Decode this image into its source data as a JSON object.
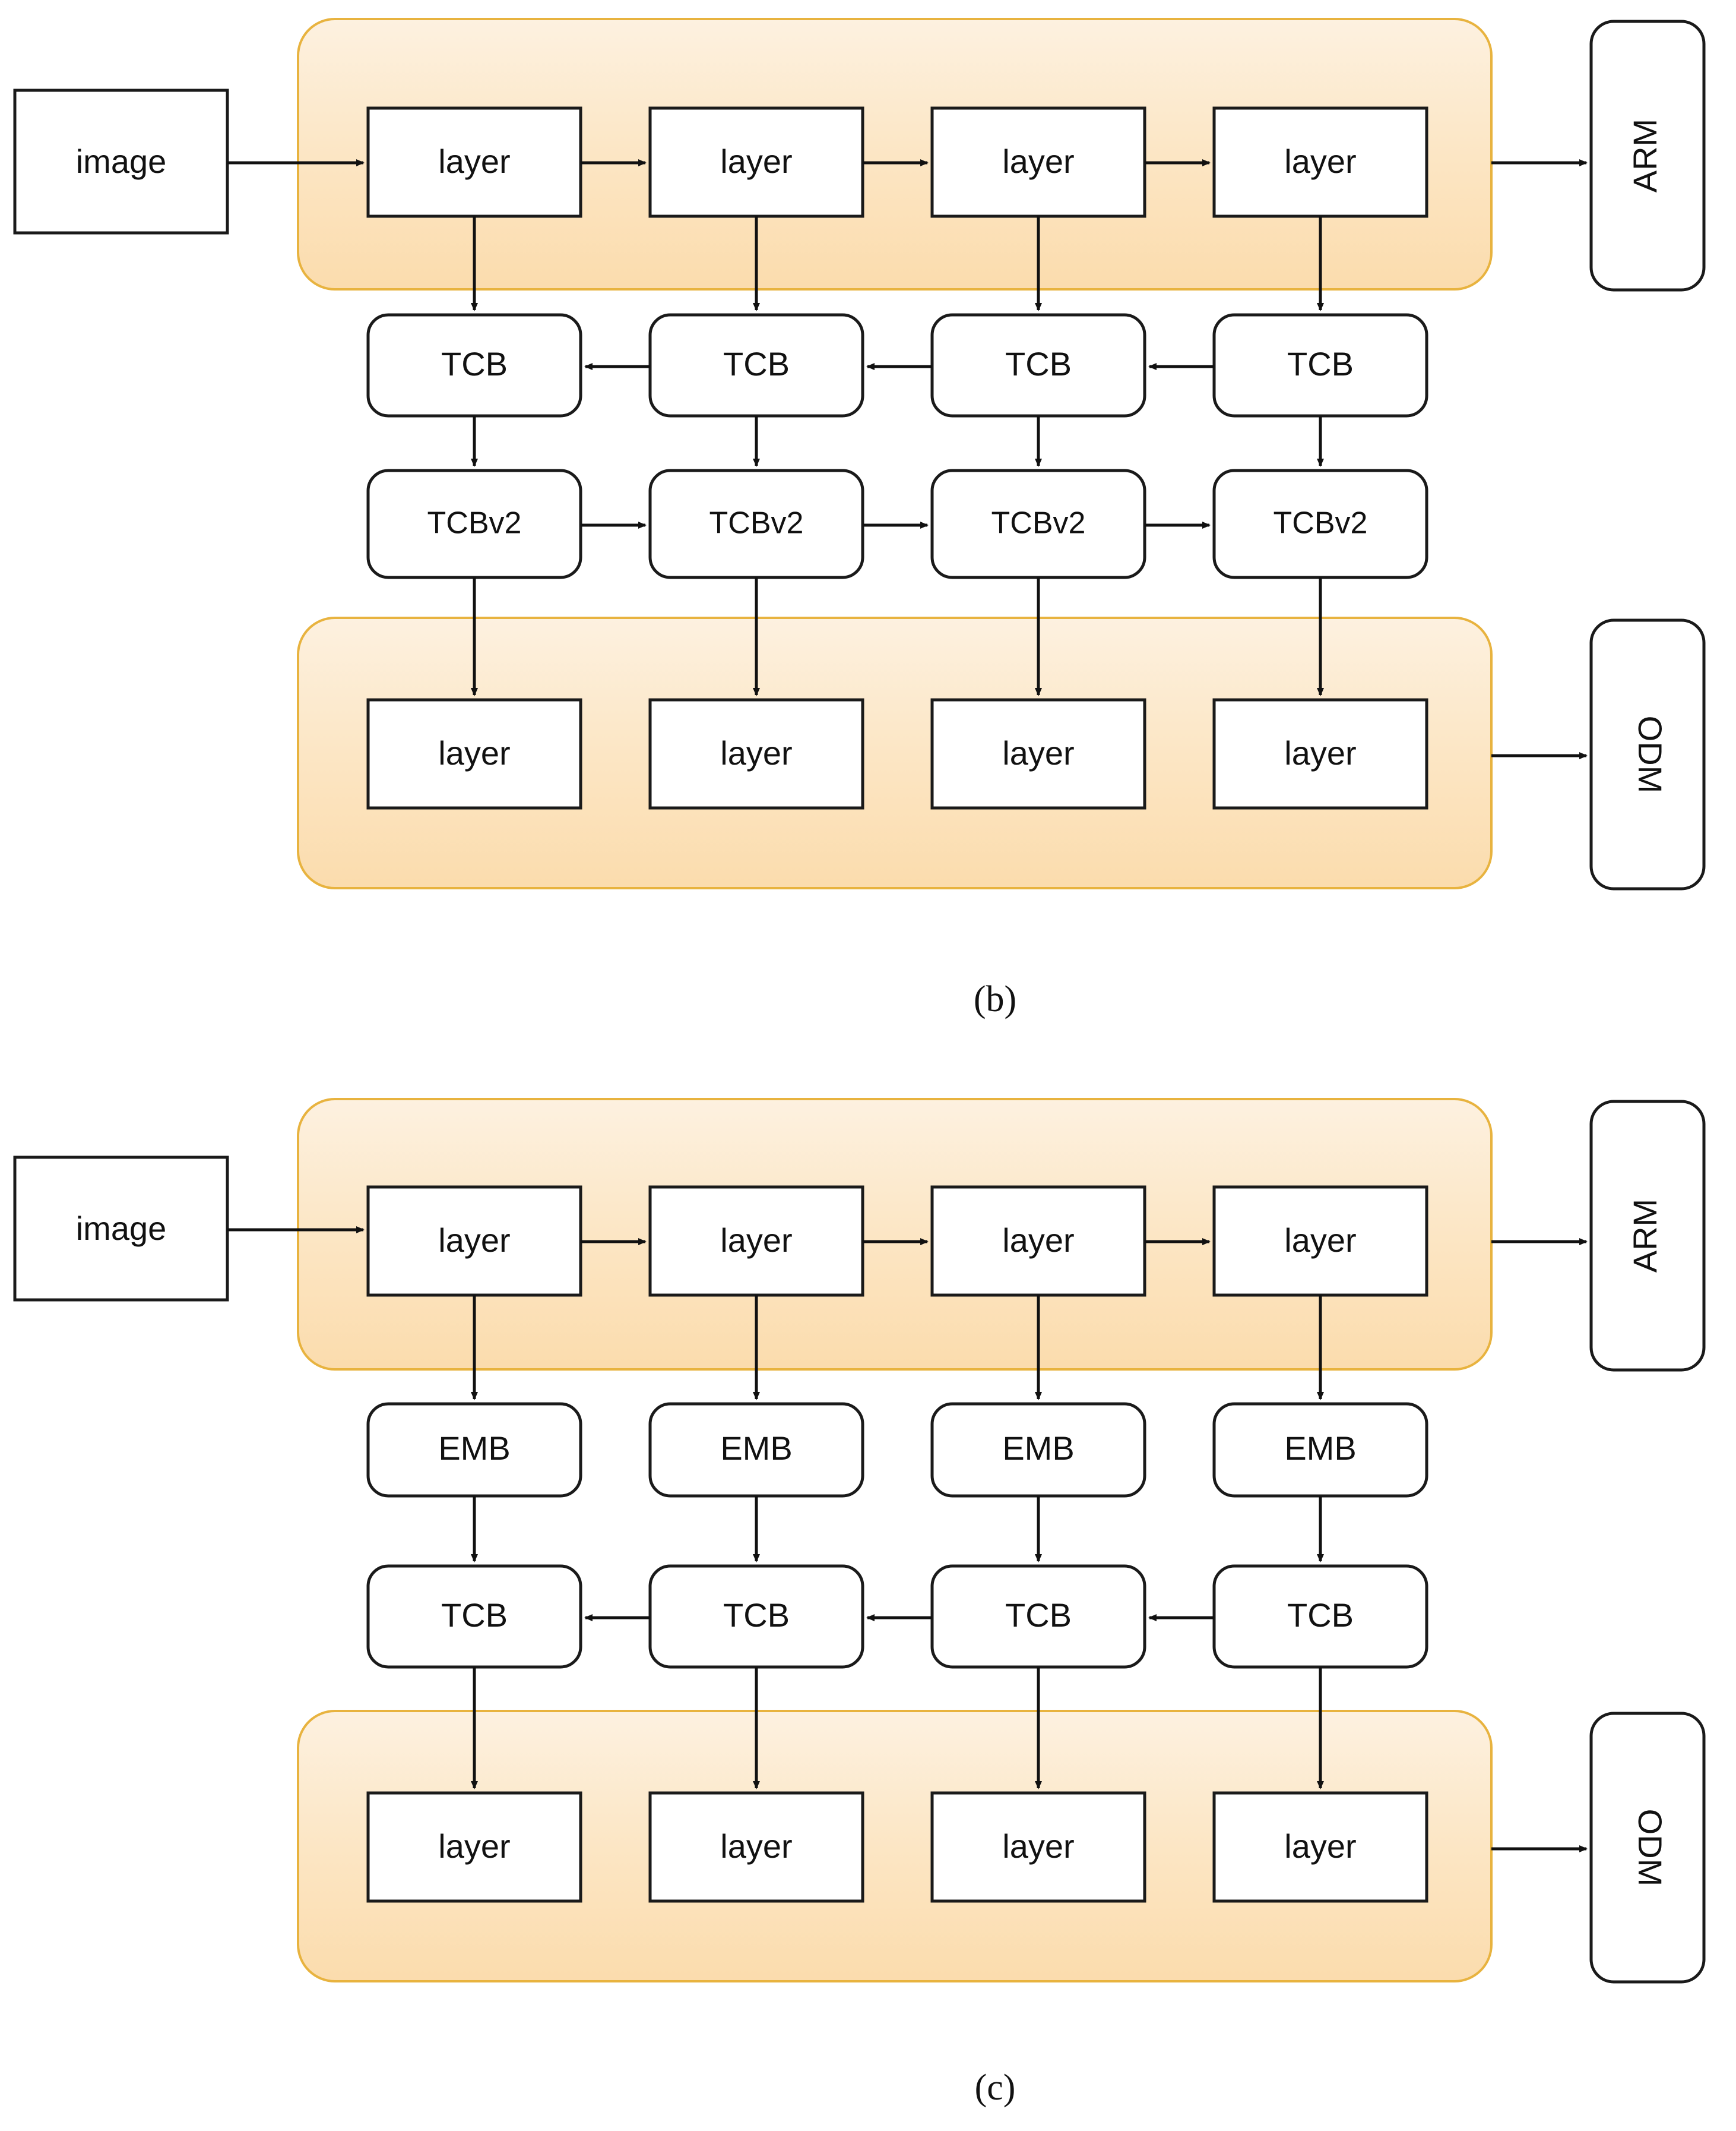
{
  "figure": {
    "title": "Detector architecture variants block diagram",
    "colors": {
      "panel_fill_top": "#fcecd5",
      "panel_fill_bottom": "#fbdcae",
      "panel_border": "#e8b33f",
      "box_fill": "#ffffff",
      "box_border": "#1a1a1a",
      "arrow": "#111111",
      "background": "#ffffff"
    },
    "captions": [
      {
        "id": "caption-b",
        "text": "(b)"
      },
      {
        "id": "caption-c",
        "text": "(c)"
      }
    ]
  },
  "panel_b": {
    "caption": "(b)",
    "input": {
      "label": "image"
    },
    "side_outputs": [
      {
        "id": "arm",
        "label": "ARM",
        "orientation": "rotated-ccw"
      },
      {
        "id": "odm",
        "label": "ODM",
        "orientation": "rotated-cw"
      }
    ],
    "rows": [
      {
        "id": "backbone-top",
        "style": "in-orange-panel",
        "shape": "rect",
        "flow": "left-to-right",
        "blocks": [
          {
            "label": "layer"
          },
          {
            "label": "layer"
          },
          {
            "label": "layer"
          },
          {
            "label": "layer"
          }
        ]
      },
      {
        "id": "tcb-row",
        "style": "plain",
        "shape": "rounded",
        "flow": "right-to-left",
        "blocks": [
          {
            "label": "TCB"
          },
          {
            "label": "TCB"
          },
          {
            "label": "TCB"
          },
          {
            "label": "TCB"
          }
        ]
      },
      {
        "id": "tcbv2-row",
        "style": "plain",
        "shape": "rounded",
        "flow": "left-to-right",
        "blocks": [
          {
            "label": "TCBv2"
          },
          {
            "label": "TCBv2"
          },
          {
            "label": "TCBv2"
          },
          {
            "label": "TCBv2"
          }
        ]
      },
      {
        "id": "head-bottom",
        "style": "in-orange-panel",
        "shape": "rect",
        "flow": "none",
        "blocks": [
          {
            "label": "layer"
          },
          {
            "label": "layer"
          },
          {
            "label": "layer"
          },
          {
            "label": "layer"
          }
        ]
      }
    ]
  },
  "panel_c": {
    "caption": "(c)",
    "input": {
      "label": "image"
    },
    "side_outputs": [
      {
        "id": "arm",
        "label": "ARM",
        "orientation": "rotated-ccw"
      },
      {
        "id": "odm",
        "label": "ODM",
        "orientation": "rotated-cw"
      }
    ],
    "rows": [
      {
        "id": "backbone-top",
        "style": "in-orange-panel",
        "shape": "rect",
        "flow": "left-to-right",
        "blocks": [
          {
            "label": "layer"
          },
          {
            "label": "layer"
          },
          {
            "label": "layer"
          },
          {
            "label": "layer"
          }
        ]
      },
      {
        "id": "emb-row",
        "style": "plain",
        "shape": "rounded",
        "flow": "none",
        "blocks": [
          {
            "label": "EMB"
          },
          {
            "label": "EMB"
          },
          {
            "label": "EMB"
          },
          {
            "label": "EMB"
          }
        ]
      },
      {
        "id": "tcb-row",
        "style": "plain",
        "shape": "rounded",
        "flow": "right-to-left",
        "blocks": [
          {
            "label": "TCB"
          },
          {
            "label": "TCB"
          },
          {
            "label": "TCB"
          },
          {
            "label": "TCB"
          }
        ]
      },
      {
        "id": "head-bottom",
        "style": "in-orange-panel",
        "shape": "rect",
        "flow": "none",
        "blocks": [
          {
            "label": "layer"
          },
          {
            "label": "layer"
          },
          {
            "label": "layer"
          },
          {
            "label": "layer"
          }
        ]
      }
    ]
  }
}
